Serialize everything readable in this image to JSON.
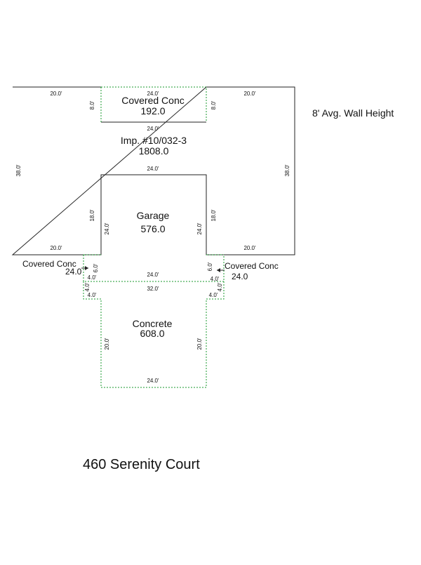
{
  "colors": {
    "solid": "#222222",
    "dotted": "#1a9a2e",
    "background": "#ffffff"
  },
  "note": "8' Avg. Wall Height",
  "address": "460 Serenity Court",
  "areas": {
    "house": {
      "name": "Imp. #10/032-3",
      "value": "1808.0"
    },
    "covered_top": {
      "name": "Covered Conc",
      "value": "192.0"
    },
    "garage": {
      "name": "Garage",
      "value": "576.0"
    },
    "covered_left": {
      "name": "Covered Conc",
      "value": "24.0"
    },
    "covered_right": {
      "name": "Covered Conc",
      "value": "24.0"
    },
    "concrete": {
      "name": "Concrete",
      "value": "608.0"
    }
  },
  "dims": {
    "top_left": "20.0'",
    "top_mid": "24.0'",
    "top_right": "20.0'",
    "porch_left_side": "8.0'",
    "porch_right_side": "8.0'",
    "porch_bottom": "24.0'",
    "house_left_side": "38.0'",
    "house_right_side": "38.0'",
    "garage_top": "24.0'",
    "garage_left_outer": "18.0'",
    "garage_left_inner": "24.0'",
    "garage_right_inner": "24.0'",
    "garage_right_outer": "18.0'",
    "bottom_left": "20.0'",
    "bottom_right": "20.0'",
    "garage_bottom": "24.0'",
    "step_left_side": "6.0'",
    "step_right_side": "6.0'",
    "step_left_bottom": "4.0'",
    "step_right_bottom": "4.0'",
    "step_left_vert": "4.0'",
    "step_right_vert": "4.0'",
    "apron_top": "32.0'",
    "apron_left_notch": "4.0'",
    "apron_right_notch": "4.0'",
    "concrete_left_side": "20.0'",
    "concrete_right_side": "20.0'",
    "concrete_bottom": "24.0'"
  }
}
